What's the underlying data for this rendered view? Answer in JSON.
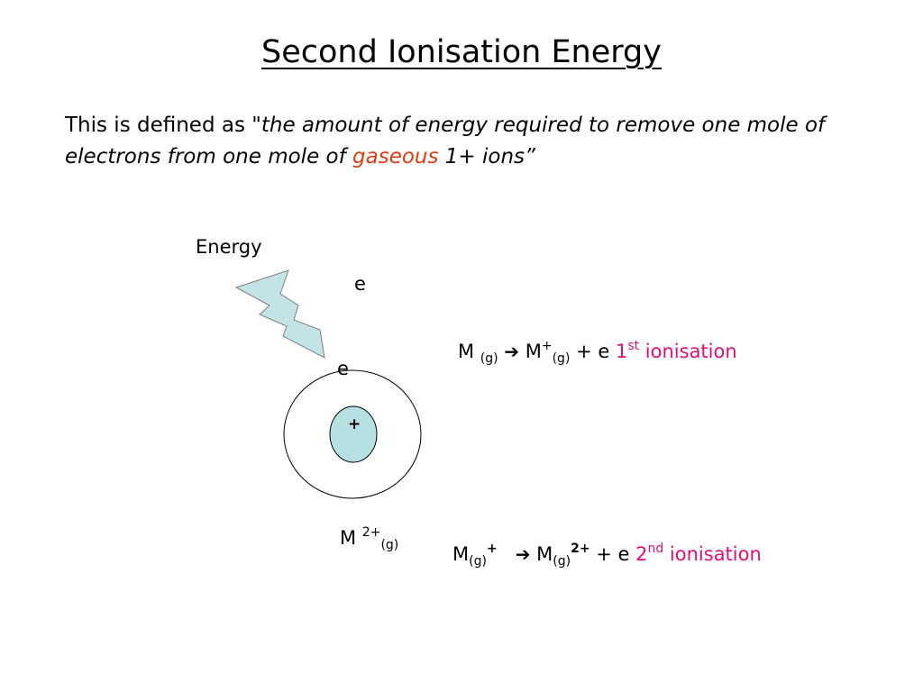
{
  "slide": {
    "title": "Second Ionisation Energy",
    "definition": {
      "lead": "This is defined as ",
      "quote_part1": "\"the amount of energy required to remove one mole of electrons from one mole of ",
      "highlight": "gaseous",
      "quote_part2": " 1+ ions”"
    }
  },
  "diagram": {
    "energy_label": "Energy",
    "electron_top": "e",
    "electron_orbit": "e",
    "nucleus_charge": "+",
    "ion_label": {
      "symbol": "M ",
      "charge": "2+",
      "state": "(g)"
    },
    "colors": {
      "lightning_fill": "#c3e3e6",
      "nucleus_fill": "#b7e0e3"
    }
  },
  "equations": {
    "first": {
      "lhs_symbol": "M ",
      "lhs_state": "(g)",
      "arrow": "➔",
      "rhs_symbol": " M",
      "rhs_charge": "+",
      "rhs_state": "(g)",
      "plus_e": " + e ",
      "ordinal_num": "1",
      "ordinal_suffix": "st",
      "label": " ionisation"
    },
    "second": {
      "lhs_symbol": "M",
      "lhs_state": "(g)",
      "lhs_charge": "+",
      "arrow": "➔",
      "rhs_symbol": " M",
      "rhs_state": "(g)",
      "rhs_charge": "2+",
      "plus_e": " + e ",
      "ordinal_num": "2",
      "ordinal_suffix": "nd",
      "label": " ionisation"
    }
  }
}
